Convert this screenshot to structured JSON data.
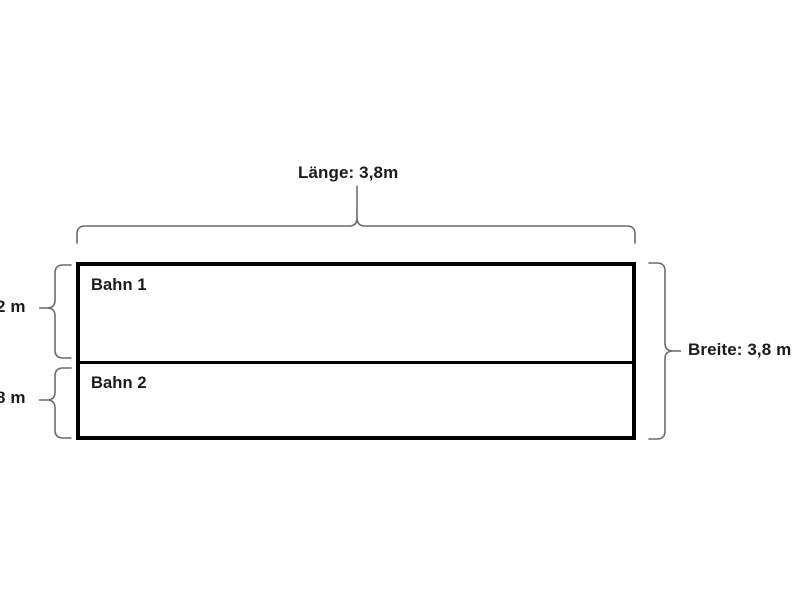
{
  "diagram": {
    "title_top": "Länge: 3,8m",
    "label_right": "Breite: 3,8 m",
    "label_left_top": "2 m",
    "label_left_bottom": "8 m",
    "lanes": [
      {
        "name": "Bahn 1"
      },
      {
        "name": "Bahn 2"
      }
    ],
    "colors": {
      "background": "#ffffff",
      "outline": "#000000",
      "brace": "#6b6b6b",
      "text": "#1a1a1a"
    }
  }
}
